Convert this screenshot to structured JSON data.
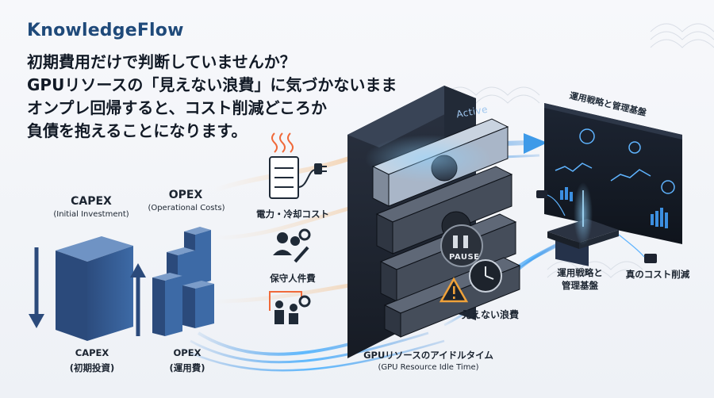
{
  "brand": "KnowledgeFlow",
  "headline": [
    "初期費用だけで判断していませんか？",
    "GPUリソースの「見えない浪費」に気づかないまま",
    "オンプレ回帰すると、コスト削減どころか",
    "負債を抱えることになります。"
  ],
  "capex": {
    "title": "CAPEX",
    "subtitle": "(Initial Investment)",
    "bottom_title": "CAPEX",
    "bottom_sub": "(初期投資)"
  },
  "opex": {
    "title": "OPEX",
    "subtitle": "(Operational Costs)",
    "bottom_title": "OPEX",
    "bottom_sub": "(運用費)"
  },
  "cost_items": {
    "power": "電力・冷却コスト",
    "maintenance": "保守人件費"
  },
  "server": {
    "active": "Active",
    "pause": "PAUSE"
  },
  "hidden_waste": "見えない浪費",
  "idle": {
    "title": "GPUリソースのアイドルタイム",
    "subtitle": "(GPU Resource Idle Time)"
  },
  "dashboard_title": "運用戦略と管理基盤",
  "right_labels": {
    "strategy": "運用戦略と\n管理基盤",
    "true_cost": "真のコスト削減"
  },
  "colors": {
    "brand": "#1f4a7a",
    "accent_blue": "#2f80d8",
    "flow": "#4fb3ff",
    "warning": "#f0a23a",
    "cube": "#3a5f94"
  }
}
